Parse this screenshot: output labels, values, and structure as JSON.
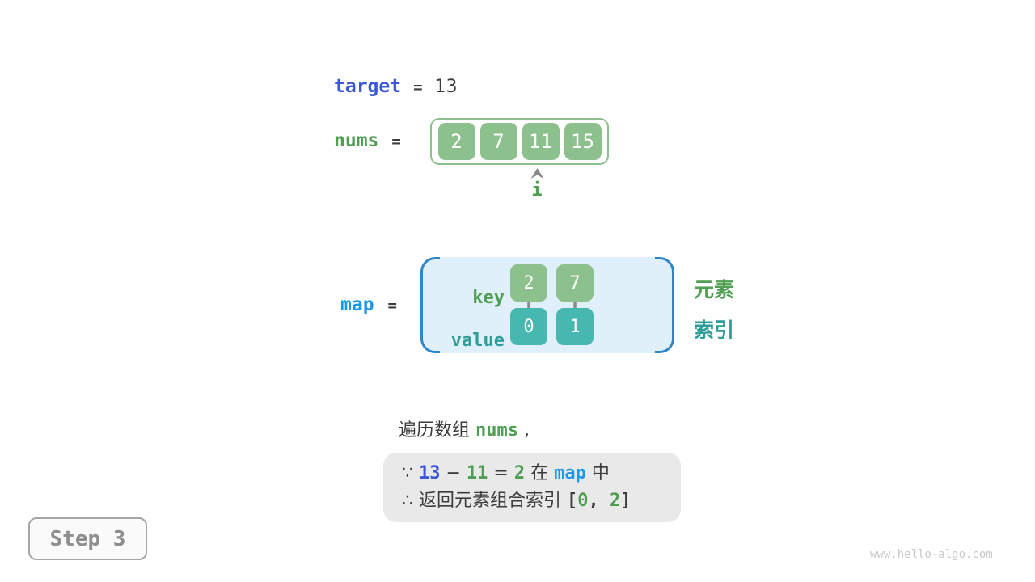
{
  "palette": {
    "dark": "#3c3c3c",
    "royal-blue": "#3a57d7",
    "sky-blue": "#1b99e8",
    "green-text": "#4f9e52",
    "green-fill": "#8cc08c",
    "teal-fill": "#46b8b0",
    "teal-text": "#2f9e98",
    "map-fill": "#dff0fa",
    "map-brace": "#2e86cb",
    "arrow-gray": "#8a8a8a",
    "box-gray": "#e9e9e9",
    "step-border": "#a6a6a6",
    "step-bg": "#fafafa",
    "step-text": "#8e8e8e",
    "watermark": "#c9c9c9"
  },
  "target": {
    "label": "target",
    "eq": "=",
    "value": "13"
  },
  "nums": {
    "label": "nums",
    "eq": "=",
    "values": [
      "2",
      "7",
      "11",
      "15"
    ],
    "pointer": {
      "label": "i",
      "index": 2
    }
  },
  "map": {
    "label": "map",
    "eq": "=",
    "key_label": "key",
    "value_label": "value",
    "entries": [
      {
        "key": "2",
        "value": "0"
      },
      {
        "key": "7",
        "value": "1"
      }
    ],
    "side_labels": {
      "element": "元素",
      "index": "索引"
    }
  },
  "caption": {
    "segments": [
      {
        "t": "遍历数组 ",
        "c": "dark"
      },
      {
        "t": "nums",
        "c": "green",
        "mono": true
      },
      {
        "t": " ,",
        "c": "dark"
      }
    ]
  },
  "conclusion": {
    "lines": [
      {
        "segments": [
          {
            "t": "∵ ",
            "c": "dark"
          },
          {
            "t": "13",
            "c": "blue",
            "mono": true
          },
          {
            "t": " − ",
            "c": "dark"
          },
          {
            "t": "11",
            "c": "green",
            "mono": true
          },
          {
            "t": " = ",
            "c": "dark"
          },
          {
            "t": "2",
            "c": "green",
            "mono": true
          },
          {
            "t": " 在 ",
            "c": "dark"
          },
          {
            "t": "map",
            "c": "skyblue",
            "mono": true
          },
          {
            "t": " 中",
            "c": "dark"
          }
        ]
      },
      {
        "segments": [
          {
            "t": "∴ ",
            "c": "dark"
          },
          {
            "t": "返回元素组合索引 ",
            "c": "dark"
          },
          {
            "t": "[",
            "c": "dark",
            "mono": true
          },
          {
            "t": "0",
            "c": "green",
            "mono": true
          },
          {
            "t": ", ",
            "c": "dark",
            "mono": true
          },
          {
            "t": "2",
            "c": "green",
            "mono": true
          },
          {
            "t": "]",
            "c": "dark",
            "mono": true
          }
        ]
      }
    ]
  },
  "step": {
    "label": "Step 3"
  },
  "watermark": "www.hello-algo.com"
}
